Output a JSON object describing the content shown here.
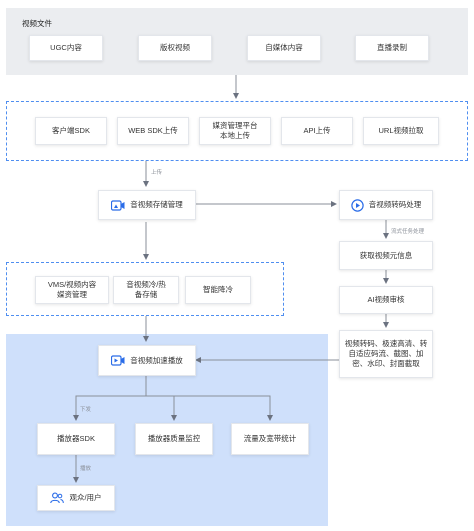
{
  "groups": {
    "video_files": "视频文件"
  },
  "sources": [
    "UGC内容",
    "版权视频",
    "自媒体内容",
    "直播录制"
  ],
  "upload_methods": [
    "客户端SDK",
    "WEB SDK上传",
    "媒资管理平台\n本地上传",
    "API上传",
    "URL视频拉取"
  ],
  "nodes": {
    "storage": "音视频存储管理",
    "transcode": "音视频转码处理",
    "metadata": "获取视频元信息",
    "ai_review": "AI视频审核",
    "transcode_detail": "视频转码、极速高清、转\n自适应码流、截图、加\n密、水印、封面截取",
    "acceleration": "音视频加速播放",
    "player_sdk": "播放器SDK",
    "player_quality": "播放器质量监控",
    "traffic_stats": "流量及宽带统计",
    "audience": "观众/用户"
  },
  "storage_group": [
    "VMS/视频内容\n媒资管理",
    "音视频冷/热\n备存储",
    "智能降冷"
  ],
  "edge_labels": {
    "upload": "上传",
    "workflow": "流式任务处理",
    "deliver": "下发",
    "play": "播放"
  },
  "colors": {
    "accent": "#2a6ce8",
    "dashed": "#4f8ef0",
    "gray_panel": "#ebedf0",
    "blue_panel": "#cfe0fb"
  }
}
